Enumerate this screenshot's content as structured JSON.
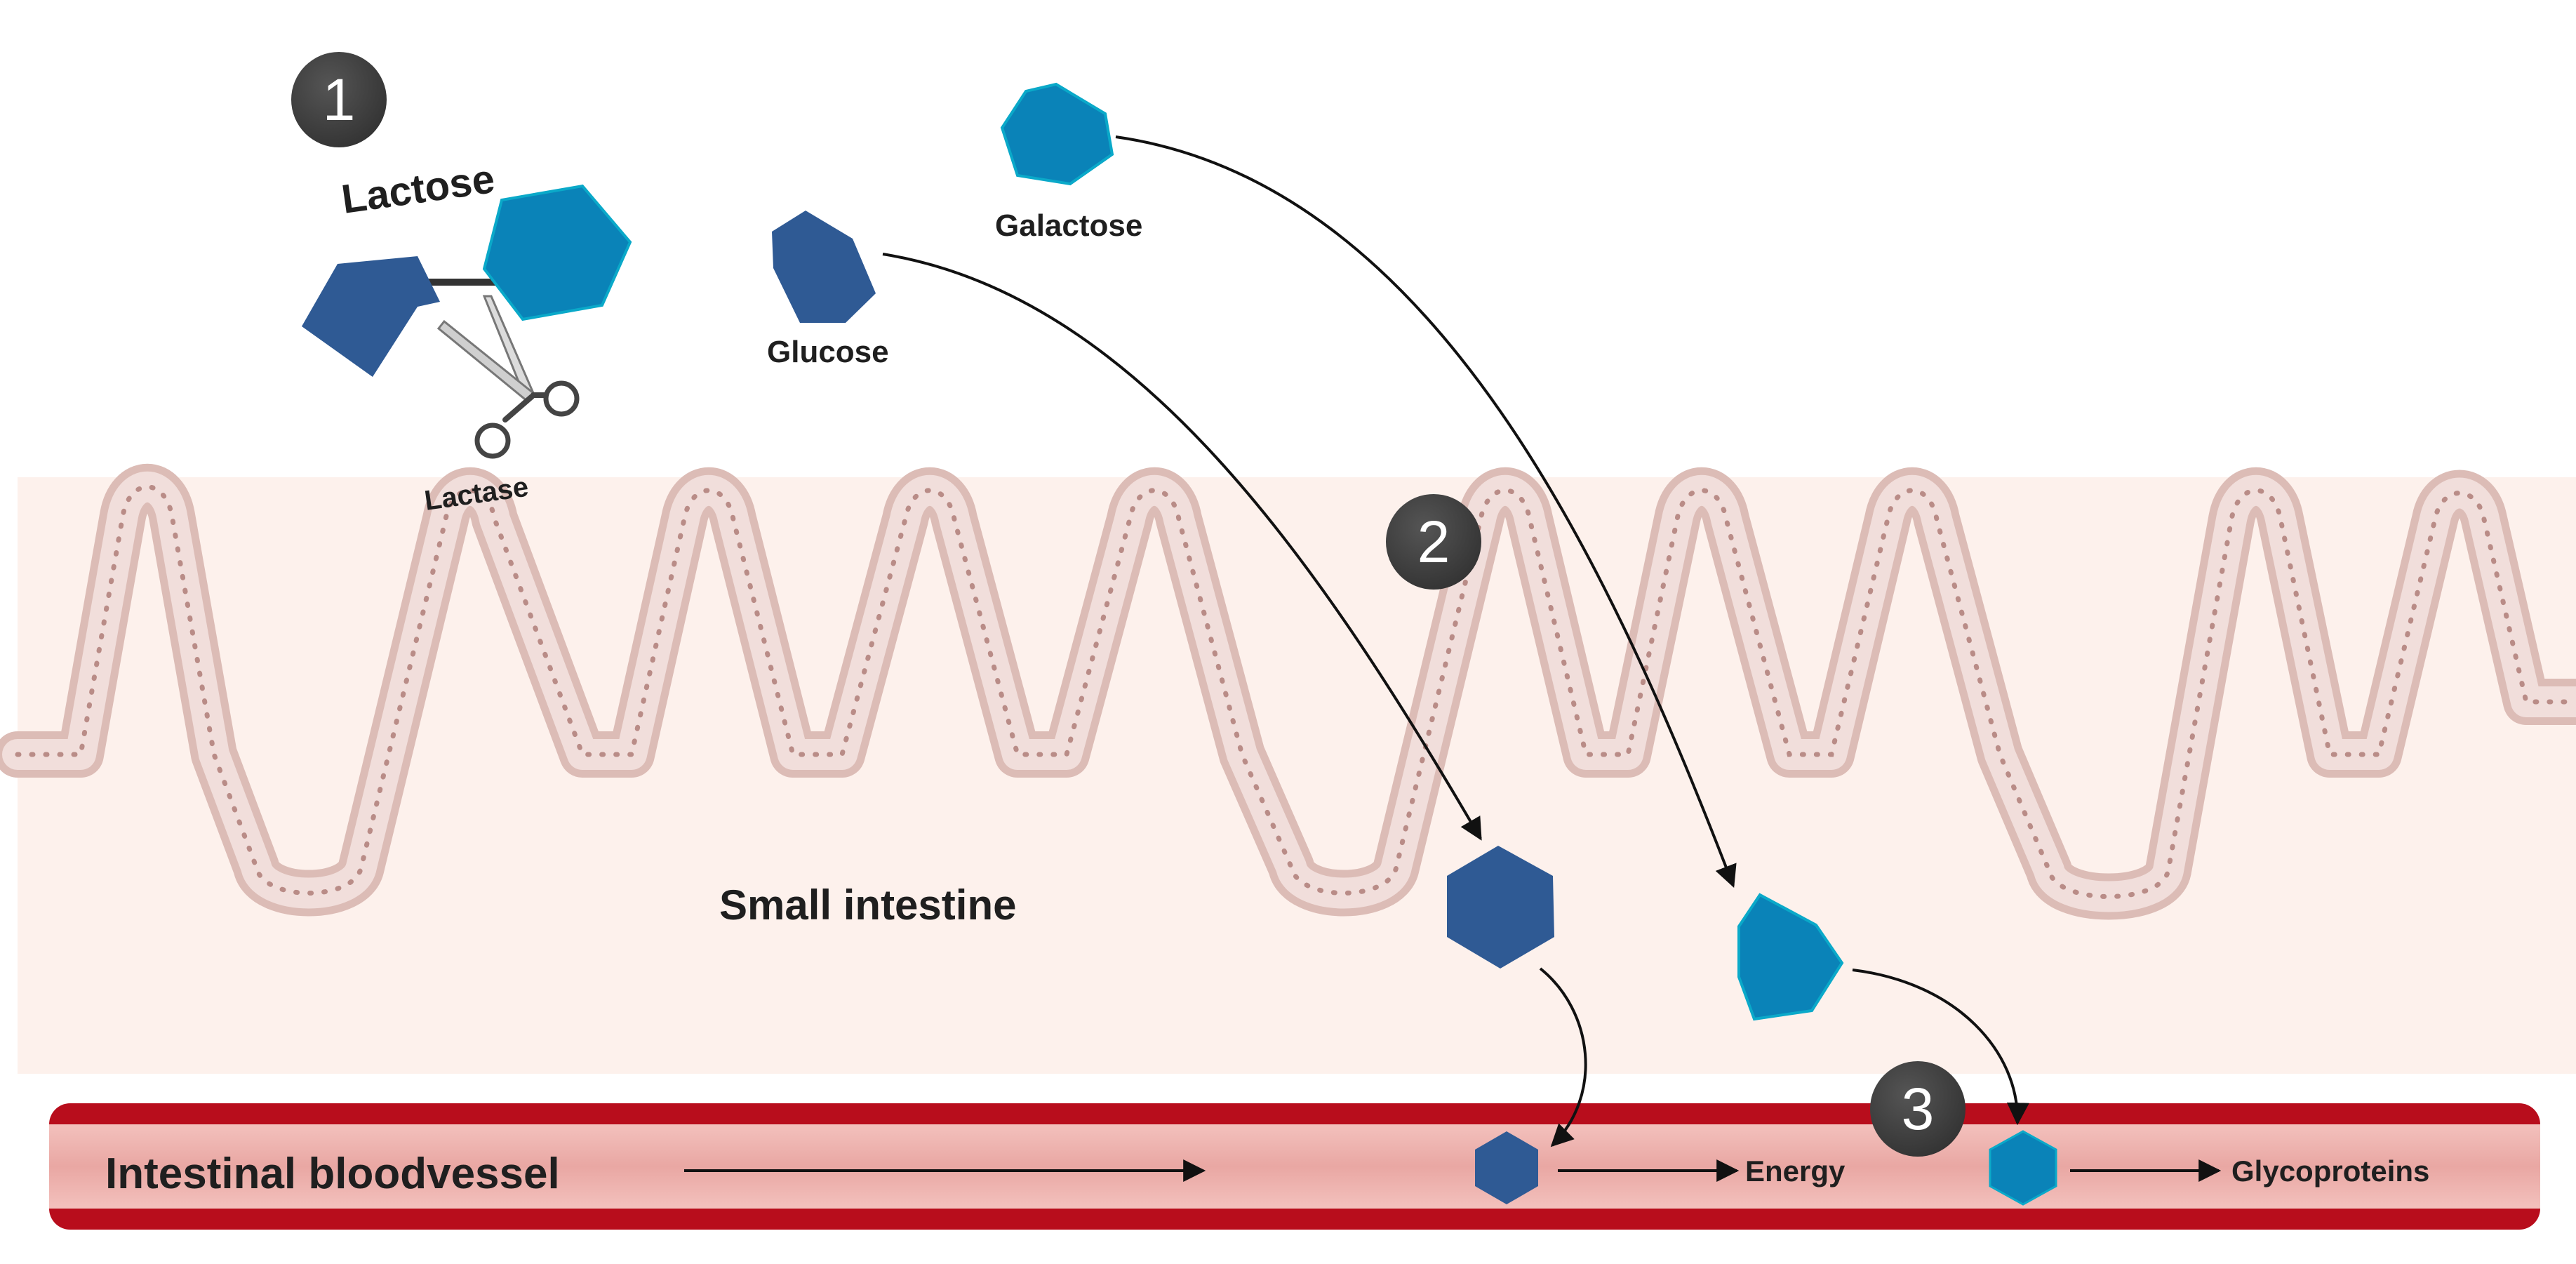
{
  "steps": {
    "one": "1",
    "two": "2",
    "three": "3"
  },
  "labels": {
    "lactose": "Lactose",
    "lactase": "Lactase",
    "glucose": "Glucose",
    "galactose": "Galactose",
    "small_intestine": "Small intestine",
    "intestinal_bloodvessel": "Intestinal bloodvessel",
    "energy": "Energy",
    "glycoproteins": "Glycoproteins"
  },
  "colors": {
    "glucose": "#2f5a94",
    "galactose": "#0a83b8",
    "intestine_fill": "#fdf2ee",
    "villi_wall": "#e9d0cb",
    "villi_dot": "#b98c87",
    "vessel_wall": "#b80d1c",
    "vessel_lumen": "#ecaaa6",
    "step_badge": "#3a3a3a"
  },
  "icons": [
    "scissors-icon",
    "hexagon-icon"
  ]
}
